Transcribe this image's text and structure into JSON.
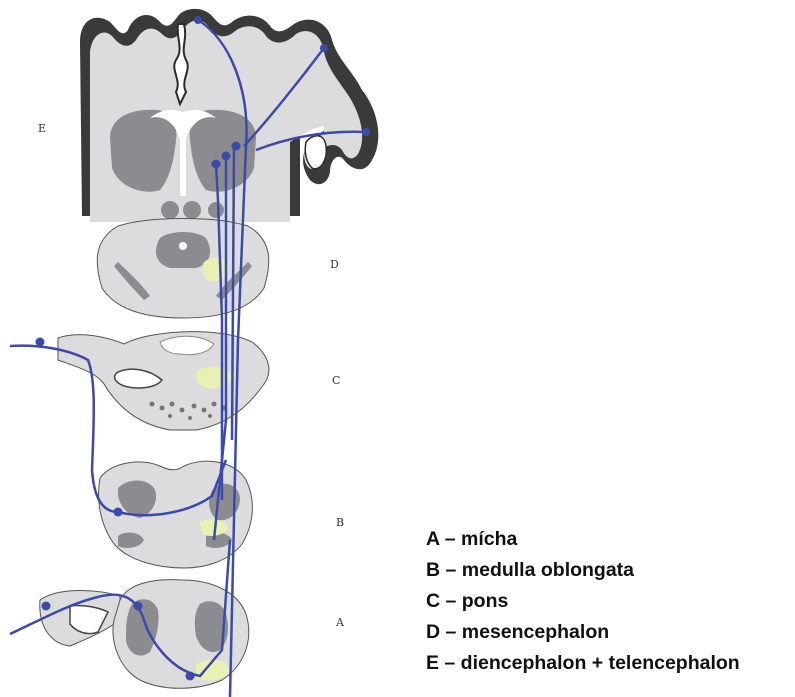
{
  "diagram": {
    "section_labels": {
      "E": "E",
      "D": "D",
      "C": "C",
      "B": "B",
      "A": "A"
    }
  },
  "legend": {
    "items": [
      "A – mícha",
      "B – medulla oblongata",
      "C – pons",
      "D – mesencephalon",
      "E – diencephalon + telencephalon"
    ]
  },
  "colors": {
    "pathway": "#3c4aa8",
    "tissue_light": "#dcdcde",
    "tissue_dark": "#8c8c90",
    "cortex_outline": "#2b2b2b",
    "nucleus_highlight": "#e9f0b4"
  }
}
